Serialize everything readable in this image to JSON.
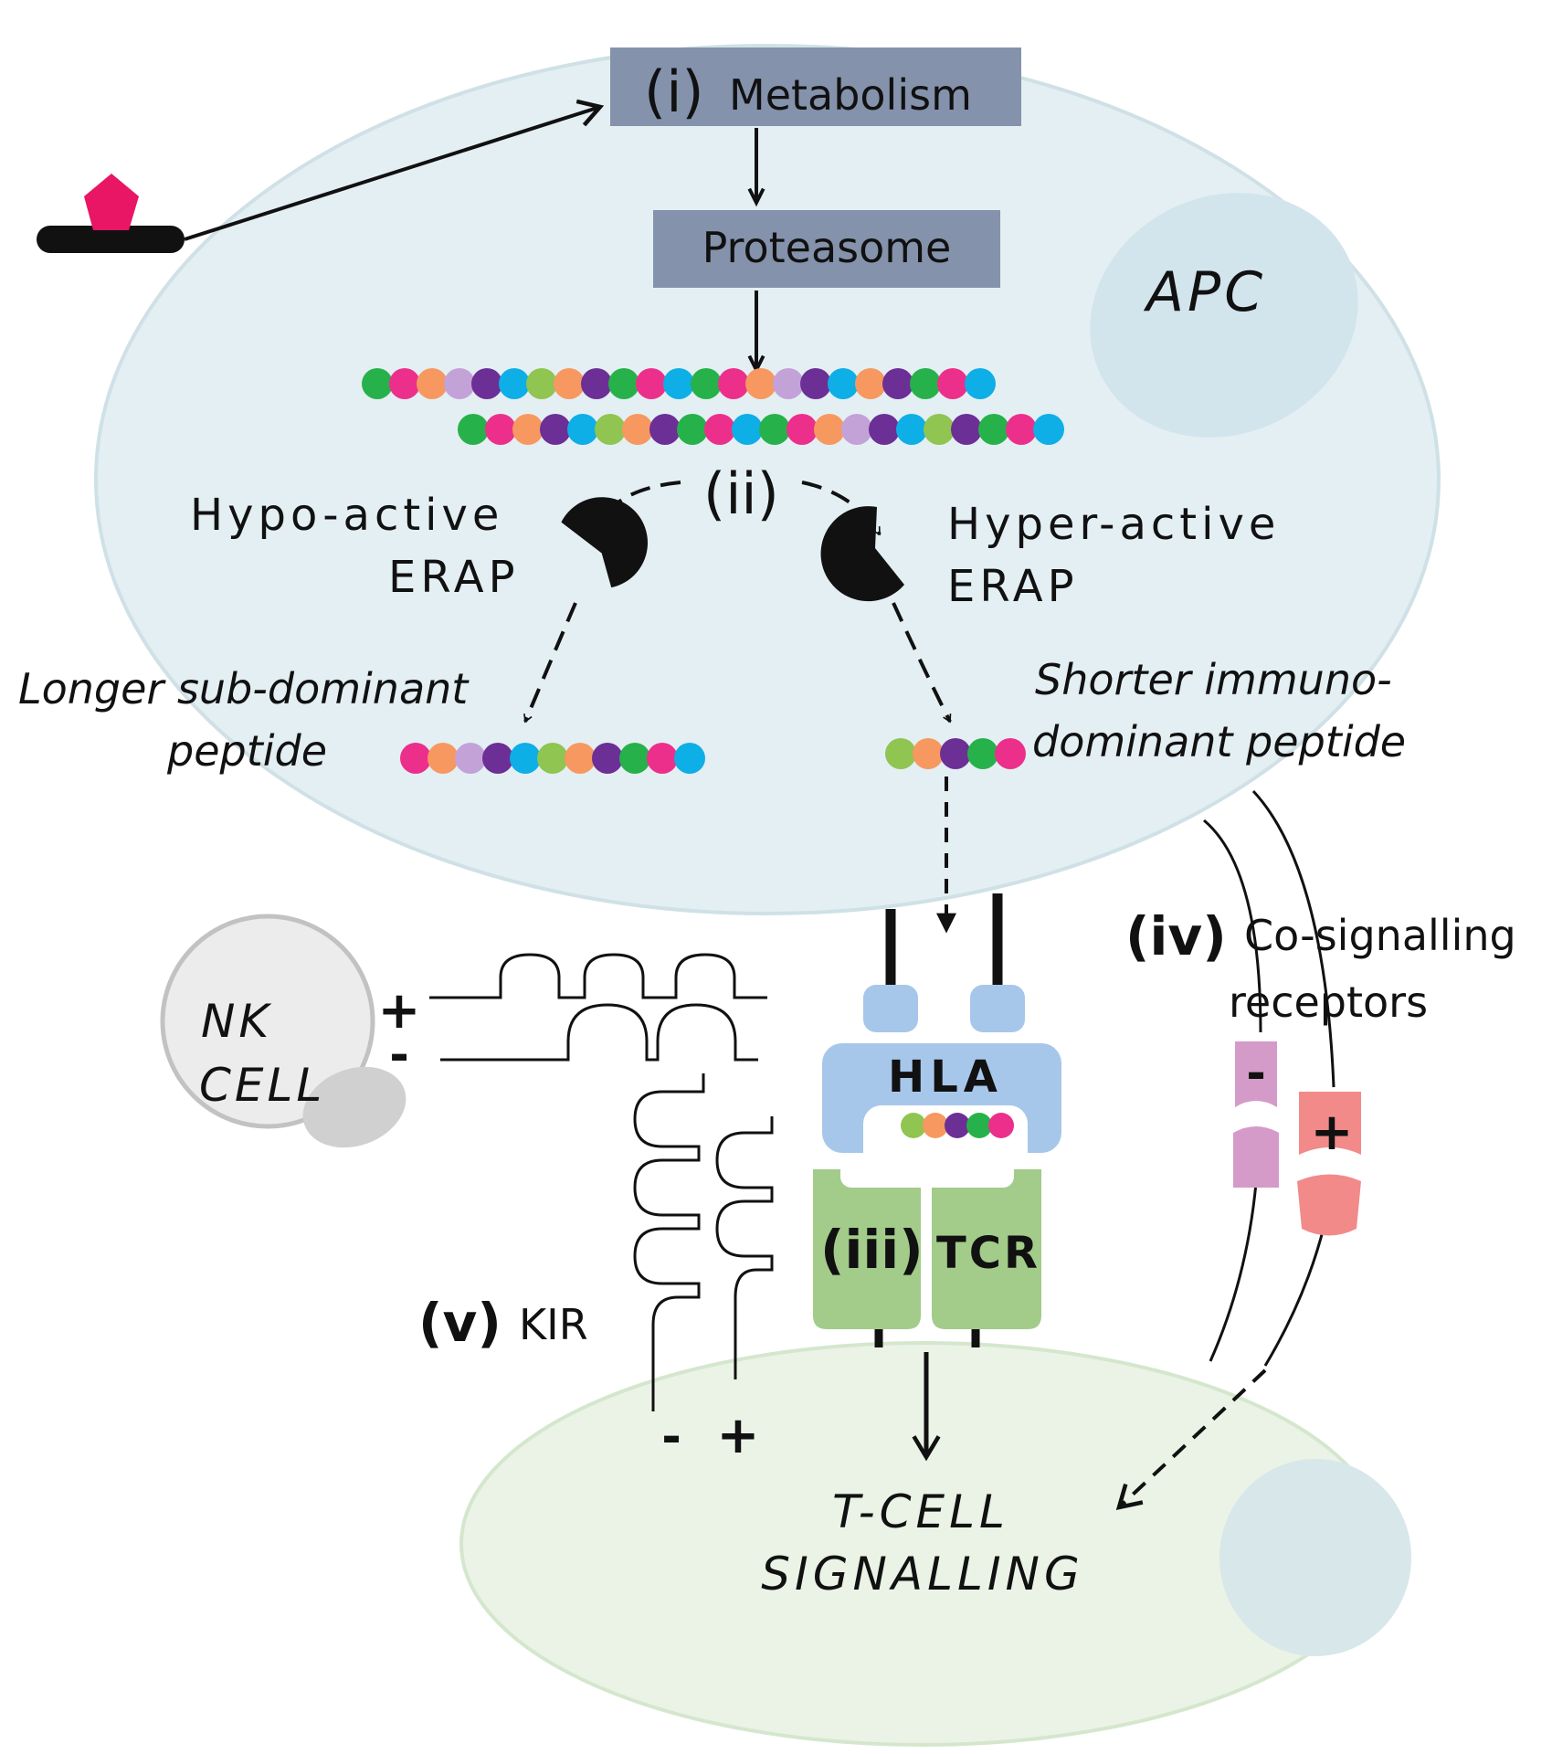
{
  "labels": {
    "step_i": "(i)",
    "metabolism": "Metabolism",
    "proteasome": "Proteasome",
    "apc": "APC",
    "step_ii": "(ii)",
    "hypo_active_line1": "Hypo-active",
    "hypo_active_line2": "ERAP",
    "hyper_active_line1": "Hyper-active",
    "hyper_active_line2": "ERAP",
    "longer_peptide_line1": "Longer sub-dominant",
    "longer_peptide_line2": "peptide",
    "shorter_peptide_line1": "Shorter immuno-",
    "shorter_peptide_line2": "dominant peptide",
    "step_iv": "(iv)",
    "cosignalling_line1": "Co-signalling",
    "cosignalling_line2": "receptors",
    "nk_line1": "NK",
    "nk_line2": "CELL",
    "plus": "+",
    "minus": "-",
    "hla": "HLA",
    "step_iii": "(iii)",
    "tcr": "TCR",
    "step_v": "(v)",
    "kir": "KIR",
    "tcell_line1": "T-CELL",
    "tcell_line2": "SIGNALLING"
  },
  "colors": {
    "apc_fill": "#e3eff3",
    "apc_stroke": "#cfe1e6",
    "apc_nucleus": "#d2e4ec",
    "tcell_fill": "#eaf3e6",
    "tcell_stroke": "#d4e7cd",
    "tcell_nucleus": "#d7e7ea",
    "nk_fill": "#ececec",
    "nk_stroke": "#c2c2c2",
    "nk_nucleus": "#d0d0d0",
    "box_fill": "#8492ac",
    "hla_blue": "#a7c7ea",
    "tcr_green": "#a3cb8a",
    "receptor_minus": "#d59bc8",
    "receptor_plus": "#f28a8a",
    "drug_pink": "#e91565"
  },
  "bead_palette": {
    "green": "#27b14a",
    "magenta": "#ec2f8b",
    "orange": "#f79860",
    "lilac": "#c3a2d8",
    "purple": "#6c2f96",
    "blue": "#0eaee6",
    "lime": "#8fc550",
    "darkgreen": "#1f9e4f"
  },
  "peptides": {
    "long1": [
      "green",
      "magenta",
      "orange",
      "lilac",
      "purple",
      "blue",
      "lime",
      "orange",
      "purple",
      "green",
      "magenta",
      "blue",
      "green",
      "magenta",
      "orange",
      "lilac",
      "purple",
      "blue",
      "orange",
      "purple",
      "green",
      "magenta",
      "blue"
    ],
    "long2": [
      "green",
      "magenta",
      "orange",
      "purple",
      "blue",
      "lime",
      "orange",
      "purple",
      "green",
      "magenta",
      "blue",
      "green",
      "magenta",
      "orange",
      "lilac",
      "purple",
      "blue",
      "lime",
      "purple",
      "green",
      "magenta",
      "blue"
    ],
    "longer_subdominant": [
      "magenta",
      "orange",
      "lilac",
      "purple",
      "blue",
      "lime",
      "orange",
      "purple",
      "green",
      "magenta",
      "blue"
    ],
    "shorter_immunodominant": [
      "lime",
      "orange",
      "purple",
      "green",
      "magenta"
    ],
    "hla_bound": [
      "lime",
      "orange",
      "purple",
      "green",
      "magenta"
    ]
  }
}
